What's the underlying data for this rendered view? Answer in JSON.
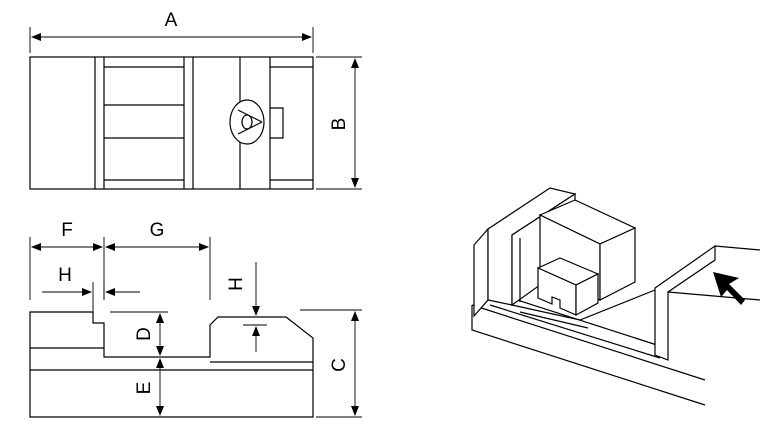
{
  "labels": {
    "A": "A",
    "B": "B",
    "C": "C",
    "D": "D",
    "E": "E",
    "F": "F",
    "G": "G",
    "H_horizontal": "H",
    "H_vertical": "H"
  },
  "icons": {
    "direction_arrow": "arrow-down-left-icon"
  },
  "colors": {
    "stroke": "#000000",
    "background": "#ffffff"
  }
}
